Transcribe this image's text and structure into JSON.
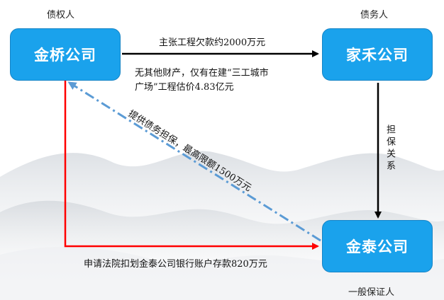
{
  "roles": {
    "creditor": "债权人",
    "debtor": "债务人",
    "guarantor": "一般保证人"
  },
  "entities": {
    "jinqiao": "金桥公司",
    "jiahe": "家禾公司",
    "jintai": "金泰公司"
  },
  "edges": {
    "debt_claim": "主张工程欠款约2000万元",
    "asset_note_line1": "无其他财产，仅有在建“三工城市",
    "asset_note_line2": "广场”工程估价4.83亿元",
    "guarantee_relation": "担保关系",
    "guarantee_offer": "提供债务担保，最高限额1500万元",
    "court_request": "申请法院扣划金泰公司银行账户存款820万元"
  },
  "colors": {
    "box_fill": "#1aa2ec",
    "debt_arrow": "#000000",
    "guarantee_dash": "#5b9bd5",
    "court_arrow": "#ff0000"
  }
}
